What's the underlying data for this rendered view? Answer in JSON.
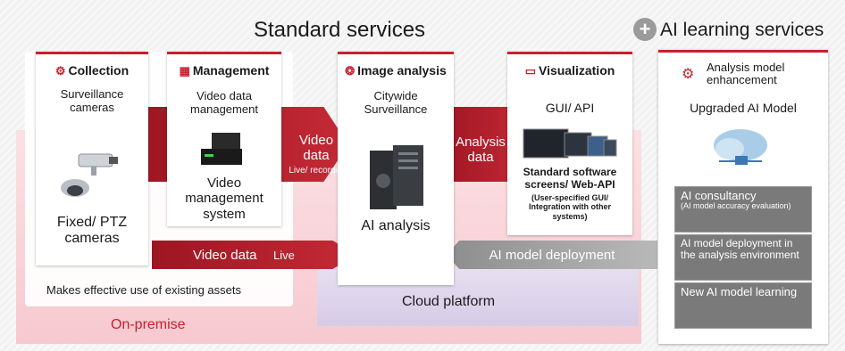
{
  "header": {
    "standard_services": "Standard services",
    "ai_learning_services": "AI learning services"
  },
  "collection": {
    "title": "Collection",
    "subtitle": "Surveillance cameras",
    "devices": "Fixed/ PTZ cameras"
  },
  "management": {
    "title": "Management",
    "subtitle": "Video data management",
    "system": "Video management system"
  },
  "image_analysis": {
    "title": "Image analysis",
    "subtitle": "Citywide Surveillance",
    "ai": "AI analysis"
  },
  "visualization": {
    "title": "Visualization",
    "gui_api": "GUI/ API",
    "screens": "Standard software screens/ Web-API",
    "note": "(User-specified GUI/ Integration with other systems)"
  },
  "arrows": {
    "video_data": "Video data",
    "video_data_sub": "Live/ recorded",
    "analysis_data": "Analysis data",
    "video_data_live": "Video data",
    "live_label": "Live",
    "ai_model_deployment": "AI model deployment"
  },
  "footer": {
    "assets": "Makes effective use of existing assets",
    "cloud_platform": "Cloud platform",
    "on_premise": "On-premise"
  },
  "ai_panel": {
    "title": "Analysis model enhancement",
    "upgraded": "Upgraded AI Model",
    "items": [
      {
        "title": "AI consultancy",
        "sub": "(AI model accuracy evaluation)"
      },
      {
        "title": "AI model deployment in the analysis environment",
        "sub": ""
      },
      {
        "title": "New AI model learning",
        "sub": ""
      }
    ]
  },
  "colors": {
    "accent_red": "#c8202e",
    "dark_red": "#9c1622",
    "gray_arrow": "#9a9a9a",
    "onprem_pink": "#f6c9cf",
    "cloud_lavender": "#d6cbe6"
  }
}
